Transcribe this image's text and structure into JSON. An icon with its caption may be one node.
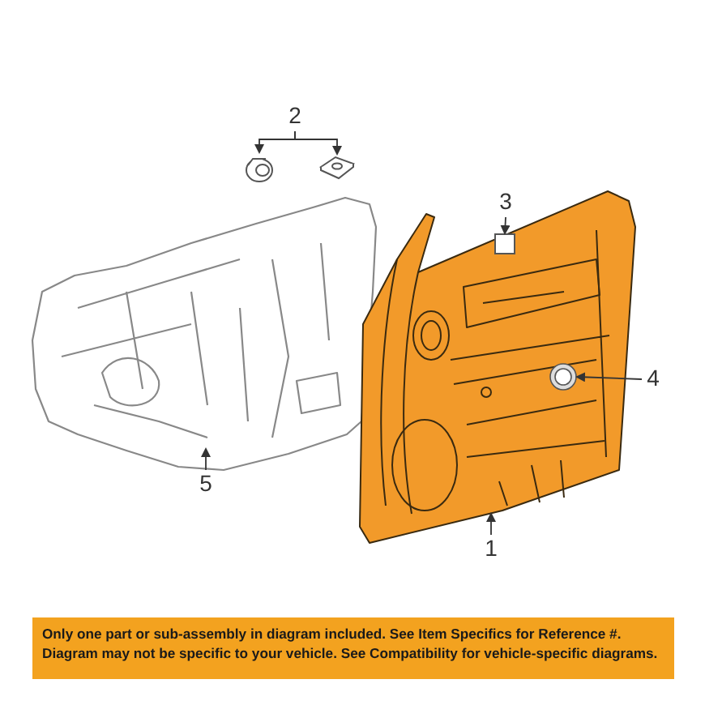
{
  "diagram": {
    "nodes": [
      {
        "text": [
          "2"
        ]
      },
      {
        "text": [],
        "shape": "picture"
      },
      {
        "text": [],
        "shape": "picture"
      },
      {
        "text": [],
        "shape": "picture"
      },
      {
        "text": [
          "5"
        ]
      },
      {
        "text": [],
        "shape": "picture"
      },
      {
        "text": [
          "3"
        ]
      },
      {
        "text": [],
        "shape": "box",
        "in": 5
      },
      {
        "text": [
          "4"
        ]
      },
      {
        "text": [],
        "shape": "picture",
        "in": 5
      },
      {
        "text": [
          "1"
        ]
      },
      {
        "text": [
          "Only one part or sub-assembly in diagram included. See Item Specifics for Reference #. Diagram may not be specific to your vehicle. See Compatibility for vehicle-specific diagrams."
        ]
      }
    ],
    "edges": [
      {
        "from": 0,
        "to": 1,
        "arrow": "to"
      },
      {
        "from": 0,
        "to": 2,
        "arrow": "to"
      },
      {
        "from": 4,
        "to": 3,
        "arrow": "to"
      },
      {
        "from": 6,
        "to": 7,
        "arrow": "to"
      },
      {
        "from": 8,
        "to": 9,
        "arrow": "to"
      },
      {
        "from": 10,
        "to": 5,
        "arrow": "to"
      }
    ]
  }
}
